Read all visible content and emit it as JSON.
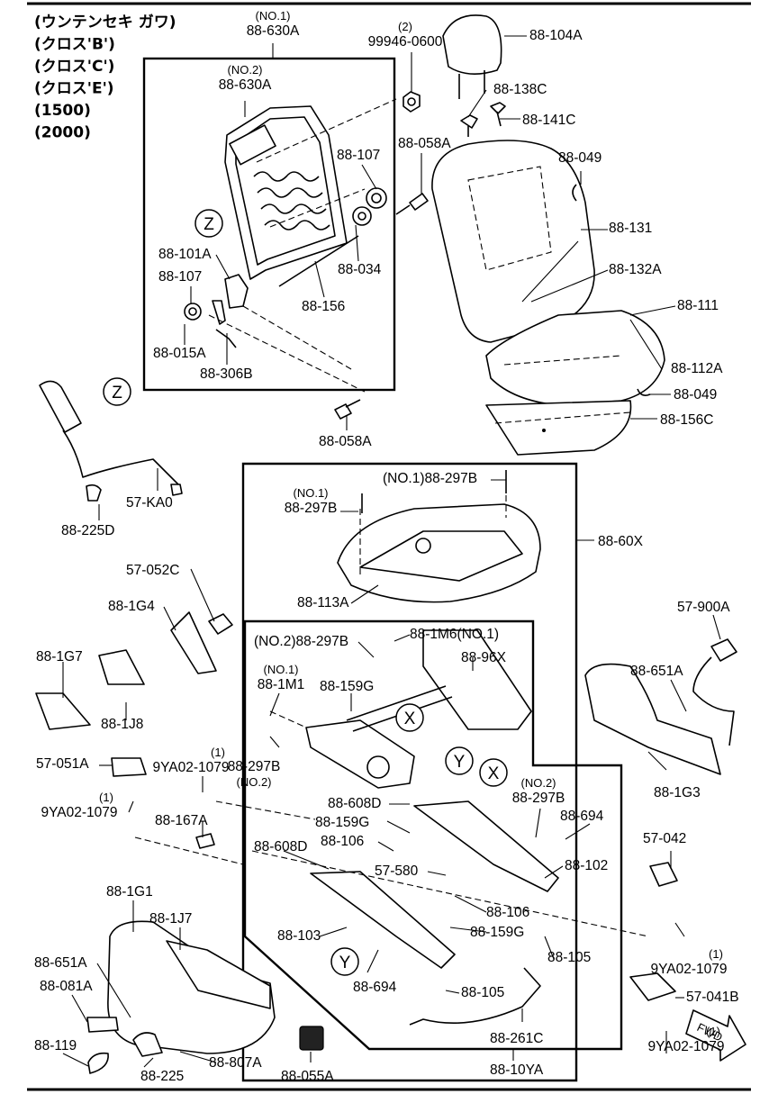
{
  "header": {
    "lines": [
      "(ウンテンセキ ガワ)",
      "(クロス'B')",
      "(クロス'C')",
      "(クロス'E')",
      "(1500)",
      "(2000)"
    ]
  },
  "callouts": [
    {
      "id": "c1",
      "lines": [
        "(NO.1)",
        "88-630A"
      ]
    },
    {
      "id": "c2",
      "lines": [
        "(2)",
        "99946-0600"
      ]
    },
    {
      "id": "c3",
      "lines": [
        "88-104A"
      ]
    },
    {
      "id": "c4",
      "lines": [
        "(NO.2)",
        "88-630A"
      ]
    },
    {
      "id": "c5",
      "lines": [
        "88-138C"
      ]
    },
    {
      "id": "c6",
      "lines": [
        "88-141C"
      ]
    },
    {
      "id": "c7",
      "lines": [
        "88-058A"
      ]
    },
    {
      "id": "c8",
      "lines": [
        "88-107"
      ]
    },
    {
      "id": "c9",
      "lines": [
        "88-049"
      ]
    },
    {
      "id": "c10",
      "lines": [
        "88-131"
      ]
    },
    {
      "id": "c11",
      "lines": [
        "88-101A"
      ]
    },
    {
      "id": "c12",
      "lines": [
        "88-107"
      ]
    },
    {
      "id": "c13",
      "lines": [
        "88-034"
      ]
    },
    {
      "id": "c14",
      "lines": [
        "88-132A"
      ]
    },
    {
      "id": "c15",
      "lines": [
        "88-156"
      ]
    },
    {
      "id": "c16",
      "lines": [
        "88-111"
      ]
    },
    {
      "id": "c17",
      "lines": [
        "88-015A"
      ]
    },
    {
      "id": "c18",
      "lines": [
        "88-306B"
      ]
    },
    {
      "id": "c19",
      "lines": [
        "88-112A"
      ]
    },
    {
      "id": "c20",
      "lines": [
        "88-049"
      ]
    },
    {
      "id": "c21",
      "lines": [
        "88-156C"
      ]
    },
    {
      "id": "c22",
      "lines": [
        "88-058A"
      ]
    },
    {
      "id": "c23",
      "lines": [
        "(NO.1)88-297B"
      ]
    },
    {
      "id": "c24",
      "lines": [
        "(NO.1)",
        "88-297B"
      ]
    },
    {
      "id": "c25",
      "lines": [
        "57-KA0"
      ]
    },
    {
      "id": "c26",
      "lines": [
        "88-225D"
      ]
    },
    {
      "id": "c27",
      "lines": [
        "88-60X"
      ]
    },
    {
      "id": "c28",
      "lines": [
        "57-052C"
      ]
    },
    {
      "id": "c29",
      "lines": [
        "88-1G4"
      ]
    },
    {
      "id": "c30",
      "lines": [
        "88-113A"
      ]
    },
    {
      "id": "c31",
      "lines": [
        "57-900A"
      ]
    },
    {
      "id": "c32",
      "lines": [
        "(NO.2)88-297B"
      ]
    },
    {
      "id": "c33",
      "lines": [
        "88-1M6(NO.1)"
      ]
    },
    {
      "id": "c34",
      "lines": [
        "88-1G7"
      ]
    },
    {
      "id": "c35",
      "lines": [
        "88-96X"
      ]
    },
    {
      "id": "c36",
      "lines": [
        "88-651A"
      ]
    },
    {
      "id": "c37",
      "lines": [
        "(NO.1)",
        "88-1M1"
      ]
    },
    {
      "id": "c38",
      "lines": [
        "88-159G"
      ]
    },
    {
      "id": "c39",
      "lines": [
        "88-1J8"
      ]
    },
    {
      "id": "c40",
      "lines": [
        "57-051A"
      ]
    },
    {
      "id": "c41",
      "lines": [
        "(1)",
        "9YA02-1079"
      ]
    },
    {
      "id": "c42",
      "lines": [
        "88-297B",
        "(NO.2)"
      ]
    },
    {
      "id": "c43",
      "lines": [
        "88-1G3"
      ]
    },
    {
      "id": "c44",
      "lines": [
        "(NO.2)",
        "88-297B"
      ]
    },
    {
      "id": "c45",
      "lines": [
        "(1)",
        "9YA02-1079"
      ]
    },
    {
      "id": "c46",
      "lines": [
        "88-608D"
      ]
    },
    {
      "id": "c47",
      "lines": [
        "88-167A"
      ]
    },
    {
      "id": "c48",
      "lines": [
        "88-159G"
      ]
    },
    {
      "id": "c49",
      "lines": [
        "88-694"
      ]
    },
    {
      "id": "c50",
      "lines": [
        "88-106"
      ]
    },
    {
      "id": "c51",
      "lines": [
        "57-042"
      ]
    },
    {
      "id": "c52",
      "lines": [
        "88-608D"
      ]
    },
    {
      "id": "c53",
      "lines": [
        "88-102"
      ]
    },
    {
      "id": "c54",
      "lines": [
        "57-580"
      ]
    },
    {
      "id": "c55",
      "lines": [
        "88-1G1"
      ]
    },
    {
      "id": "c56",
      "lines": [
        "88-106"
      ]
    },
    {
      "id": "c57",
      "lines": [
        "88-1J7"
      ]
    },
    {
      "id": "c58",
      "lines": [
        "88-159G"
      ]
    },
    {
      "id": "c59",
      "lines": [
        "88-103"
      ]
    },
    {
      "id": "c60",
      "lines": [
        "88-105"
      ]
    },
    {
      "id": "c61",
      "lines": [
        "(1)",
        "9YA02-1079"
      ]
    },
    {
      "id": "c62",
      "lines": [
        "88-651A"
      ]
    },
    {
      "id": "c63",
      "lines": [
        "88-081A"
      ]
    },
    {
      "id": "c64",
      "lines": [
        "88-694"
      ]
    },
    {
      "id": "c65",
      "lines": [
        "88-105"
      ]
    },
    {
      "id": "c66",
      "lines": [
        "57-041B"
      ]
    },
    {
      "id": "c67",
      "lines": [
        "88-261C"
      ]
    },
    {
      "id": "c68",
      "lines": [
        "88-119"
      ]
    },
    {
      "id": "c69",
      "lines": [
        "88-225"
      ]
    },
    {
      "id": "c70",
      "lines": [
        "88-807A"
      ]
    },
    {
      "id": "c71",
      "lines": [
        "88-055A"
      ]
    },
    {
      "id": "c72",
      "lines": [
        "88-10YA"
      ]
    },
    {
      "id": "c73",
      "lines": [
        "(1)",
        "9YA02-1079"
      ]
    }
  ],
  "ref_circles": [
    {
      "id": "r1",
      "letter": "Z"
    },
    {
      "id": "r2",
      "letter": "Z"
    },
    {
      "id": "r3",
      "letter": "X"
    },
    {
      "id": "r4",
      "letter": "Y"
    },
    {
      "id": "r5",
      "letter": "X"
    },
    {
      "id": "r6",
      "letter": "Y"
    }
  ],
  "fwd_arrow": {
    "label": "FWD"
  }
}
